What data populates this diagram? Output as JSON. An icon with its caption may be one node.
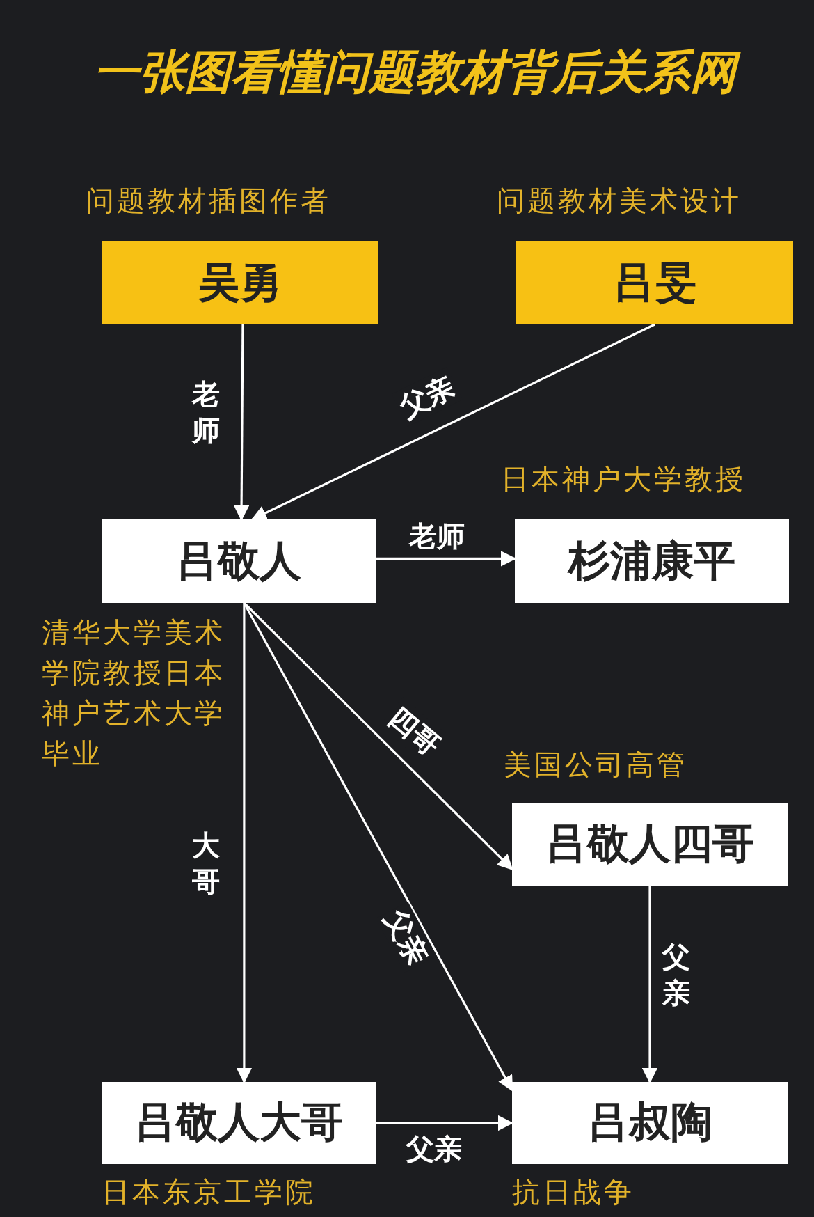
{
  "diagram": {
    "title": "一张图看懂问题教材背后关系网",
    "nodes": [
      {
        "text": [
          "吴勇"
        ],
        "beside": [
          "问题教材插图作者"
        ]
      },
      {
        "text": [
          "吕旻"
        ],
        "beside": [
          "问题教材美术设计"
        ]
      },
      {
        "text": [
          "吕敬人"
        ],
        "beside": [
          "清华大学美术学院教授日本神户艺术大学毕业"
        ]
      },
      {
        "text": [
          "杉浦康平"
        ],
        "beside": [
          "日本神户大学教授"
        ]
      },
      {
        "text": [
          "吕敬人四哥"
        ],
        "beside": [
          "美国公司高管"
        ]
      },
      {
        "text": [
          "吕敬人大哥"
        ],
        "beside": [
          "日本东京工学院"
        ]
      },
      {
        "text": [
          "吕叔陶"
        ],
        "beside": [
          "抗日战争"
        ]
      }
    ],
    "edges": [
      {
        "from": 0,
        "to": 2,
        "arrow": "to",
        "label": "老师"
      },
      {
        "from": 1,
        "to": 2,
        "arrow": "to",
        "label": "父亲"
      },
      {
        "from": 2,
        "to": 3,
        "arrow": "to",
        "label": "老师"
      },
      {
        "from": 2,
        "to": 4,
        "arrow": "to",
        "label": "四哥"
      },
      {
        "from": 2,
        "to": 6,
        "arrow": "to",
        "label": "父亲"
      },
      {
        "from": 2,
        "to": 5,
        "arrow": "to",
        "label": "大哥"
      },
      {
        "from": 4,
        "to": 6,
        "arrow": "to",
        "label": "父亲"
      },
      {
        "from": 5,
        "to": 6,
        "arrow": "to",
        "label": "父亲"
      }
    ]
  }
}
